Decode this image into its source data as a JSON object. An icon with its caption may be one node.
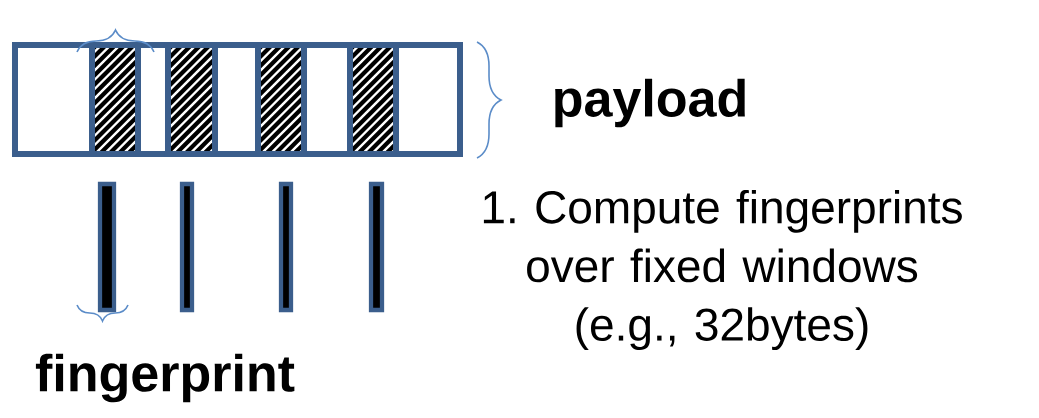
{
  "diagram": {
    "nodes": [
      {
        "text": [],
        "shape": "bar"
      },
      {
        "text": [],
        "shape": "box"
      },
      {
        "text": [],
        "shape": "box"
      },
      {
        "text": [],
        "shape": "box"
      },
      {
        "text": [],
        "shape": "box"
      },
      {
        "text": [],
        "shape": "bar",
        "beside": [
          "fingerprint"
        ]
      },
      {
        "text": [],
        "shape": "bar"
      },
      {
        "text": [],
        "shape": "bar"
      },
      {
        "text": [],
        "shape": "bar"
      }
    ],
    "labels": [
      "payload",
      "1. Compute fingerprints over fixed windows (e.g., 32bytes)"
    ]
  }
}
